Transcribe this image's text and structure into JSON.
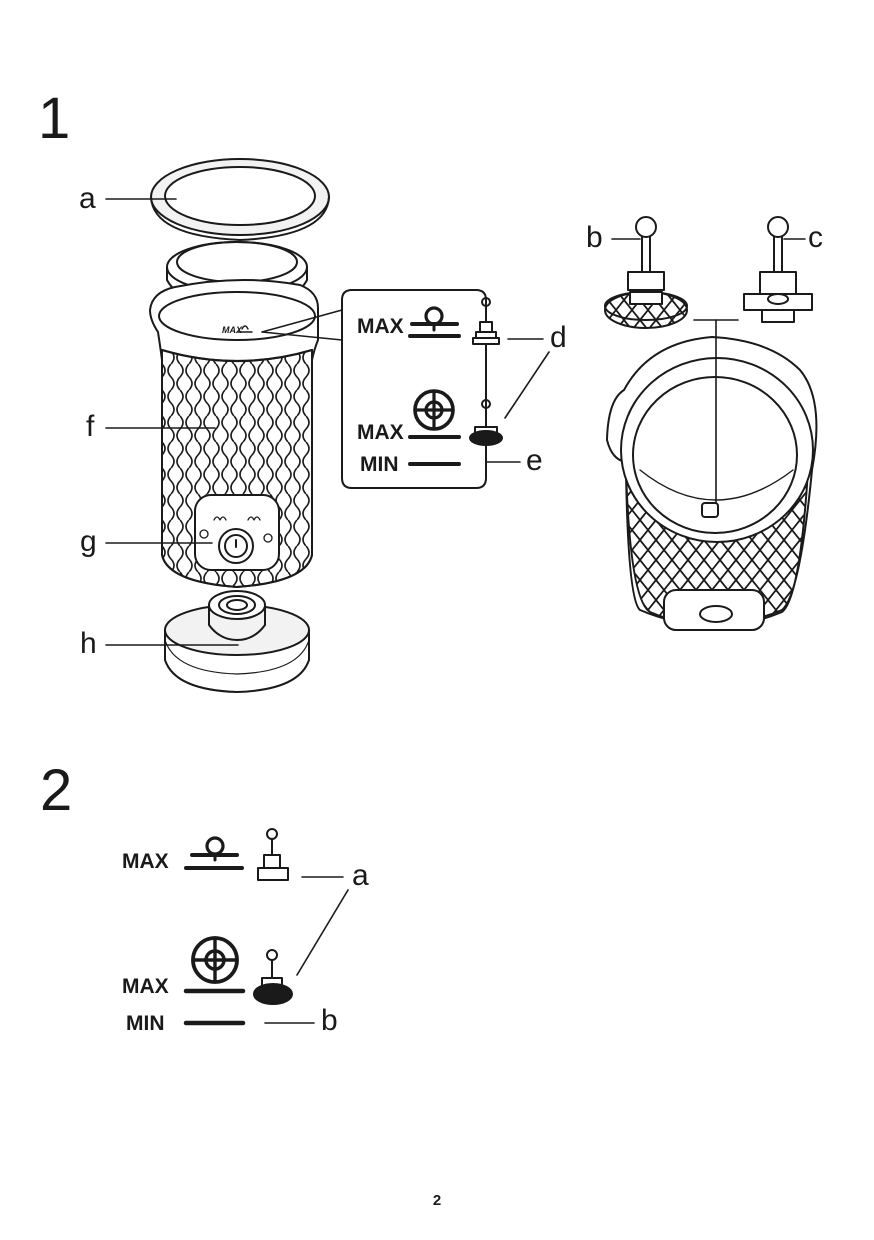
{
  "section1": {
    "number": "1",
    "labels": {
      "a": "a",
      "b": "b",
      "c": "c",
      "d": "d",
      "e": "e",
      "f": "f",
      "g": "g",
      "h": "h"
    },
    "jug_mark": "MAX",
    "inset": {
      "max_foam": "MAX",
      "max_heat": "MAX",
      "min": "MIN"
    }
  },
  "section2": {
    "number": "2",
    "max_foam": "MAX",
    "max_heat": "MAX",
    "min": "MIN",
    "labels": {
      "a": "a",
      "b": "b"
    }
  },
  "page_number": "2",
  "icons": [
    "foam-level-icon",
    "heat-level-icon",
    "whisk-icon",
    "spring-whisk-icon",
    "power-button-icon",
    "cup-icon"
  ],
  "colors": {
    "ink": "#1a1a1a",
    "fill_light": "#f2f2f2",
    "fill_mid": "#d9d9d9"
  }
}
